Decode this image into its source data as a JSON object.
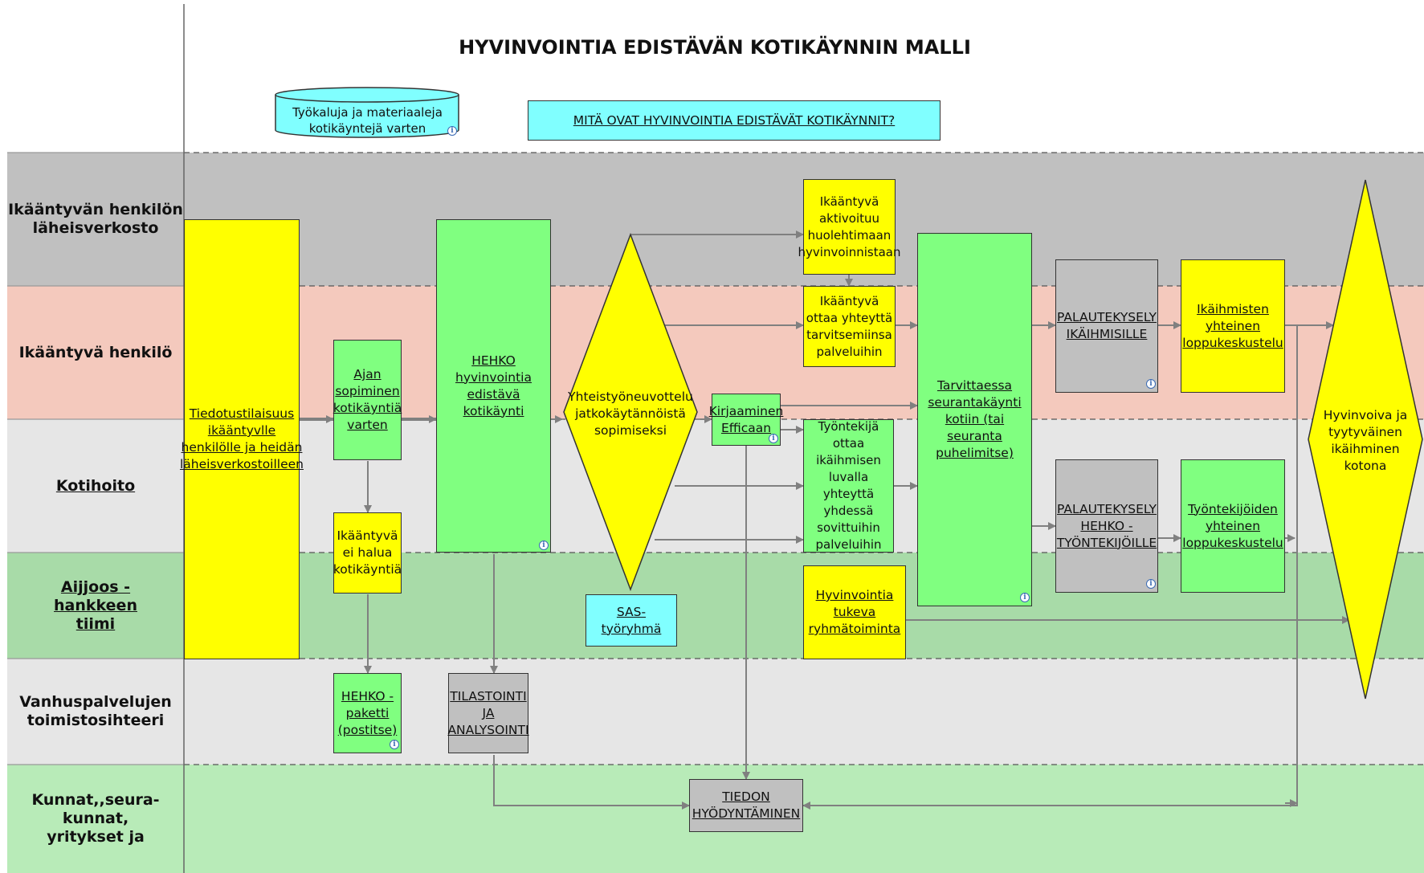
{
  "title": "HYVINVOINTIA EDISTÄVÄN KOTIKÄYNNIN MALLI",
  "colors": {
    "lane_gray": "#c0c0c0",
    "lane_pink": "#f4c9bd",
    "lane_light": "#e6e6e6",
    "lane_green": "#a8dba8",
    "lane_light2": "#e6e6e6",
    "lane_light_green": "#b8ebb8",
    "yellow": "#ffff00",
    "green": "#80ff80",
    "gray": "#c0c0c0",
    "cyan": "#80ffff",
    "arrow": "#808080"
  },
  "lanes": [
    {
      "label": "Ikääntyvän henkilön läheisverkosto"
    },
    {
      "label": "Ikääntyvä henkilö"
    },
    {
      "label": "Kotihoito"
    },
    {
      "label": "Aijjoos -hankkeen tiimi"
    },
    {
      "label": "Vanhuspalvelujen toimistosihteeri"
    },
    {
      "label": "Kunnat,,seura-kunnat, yritykset ja"
    }
  ],
  "header": {
    "tools": "Työkaluja ja materiaaleja kotikäyntejä varten",
    "what_link": "MITÄ OVAT HYVINVOINTIA EDISTÄVÄT KOTIKÄYNNIT?"
  },
  "nodes": {
    "tiedotus": "Tiedotustilaisuus ikääntyvlle henkilölle ja heidän läheisverkostoilleen",
    "ajan": "Ajan sopiminen kotikäyntiä varten",
    "ei_halua": "Ikääntyvä ei halua kotikäyntiä",
    "hehko_paketti": "HEHKO -paketti (postitse)",
    "hehko_kaynti": "HEHKO hyvinvointia edistävä kotikäynti",
    "tilastointi": "TILASTOINTI JA ANALYSOINTI",
    "yhteistyo": "Yhteistyöneuvottelu jatkokäytännöistä sopimiseksi",
    "sas": "SAS-työryhmä",
    "kirjaaminen": "Kirjaaminen Efficaan",
    "aktivoituu": "Ikääntyvä aktivoituu huolehtimaan hyvinvoinnistaan",
    "ottaa_yhteytta": "Ikääntyvä ottaa yhteyttä tarvitsemiinsa palveluihin",
    "tyontekija": "Työntekijä ottaa ikäihmisen luvalla yhteyttä yhdessä sovittuihin palveluihin",
    "ryhmatoiminta": "Hyvinvointia tukeva ryhmätoiminta",
    "seuranta": "Tarvittaessa seurantakäynti kotiin (tai seuranta puhelimitse)",
    "palaute_ika": "PALAUTEKYSELY IKÄIHMISILLE",
    "palaute_hehko": "PALAUTEKYSELY HEHKO -TYÖNTEKIJÖILLE",
    "ika_loppu": "Ikäihmisten yhteinen loppukeskustelu",
    "tyo_loppu": "Työntekijöiden yhteinen loppukeskustelu",
    "tiedon": "TIEDON HYÖDYNTÄMINEN",
    "hyvinvoiva": "Hyvinvoiva ja tyytyväinen ikäihminen kotona"
  },
  "info_icon": "info-icon"
}
